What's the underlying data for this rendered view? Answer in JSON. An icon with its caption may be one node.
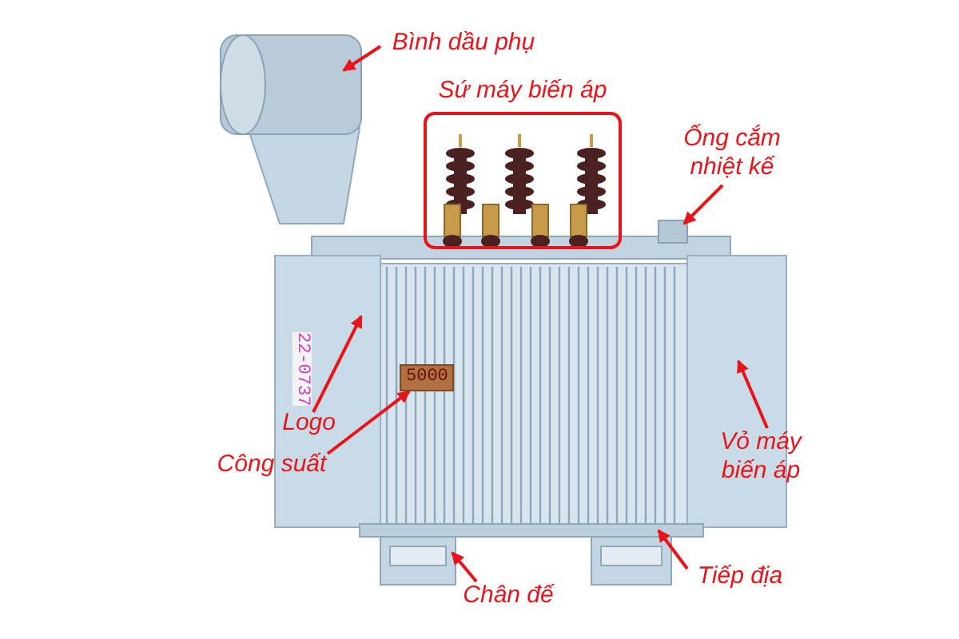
{
  "diagram": {
    "nodes": [
      {
        "text": [
          "Bình dầu phụ"
        ]
      },
      {
        "text": [
          "Sứ máy biến áp"
        ]
      },
      {
        "text": [
          "Ống cắm nhiệt kế"
        ]
      },
      {
        "text": [
          "Logo"
        ]
      },
      {
        "text": [
          "Công suất"
        ]
      },
      {
        "text": [
          "Vỏ máy biến áp"
        ]
      },
      {
        "text": [
          "Chân đế"
        ]
      },
      {
        "text": [
          "Tiếp địa"
        ]
      },
      {
        "text": [
          "5000"
        ]
      }
    ],
    "edges": [
      {
        "from": 0,
        "to": null,
        "arrow": "to"
      },
      {
        "from": 2,
        "to": null,
        "arrow": "to"
      },
      {
        "from": 3,
        "to": null,
        "arrow": "to"
      },
      {
        "from": 4,
        "to": 8,
        "arrow": "to"
      },
      {
        "from": 5,
        "to": null,
        "arrow": "to"
      },
      {
        "from": 6,
        "to": null,
        "arrow": "to"
      },
      {
        "from": 7,
        "to": null,
        "arrow": "to"
      }
    ],
    "labels": [
      "22-0737"
    ]
  }
}
